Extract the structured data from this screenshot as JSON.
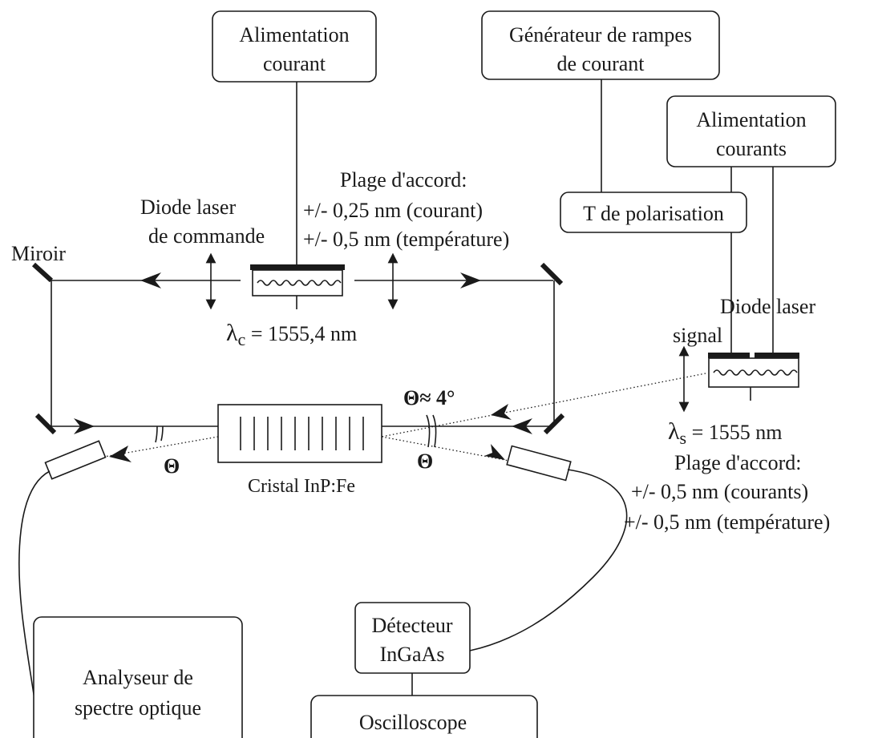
{
  "boxes": {
    "alim_courant": [
      "Alimentation",
      "courant"
    ],
    "generateur": [
      "Générateur de rampes",
      "de courant"
    ],
    "alim_courants": [
      "Alimentation",
      "courants"
    ],
    "t_polarisation": "T de polarisation",
    "detecteur": [
      "Détecteur",
      "InGaAs"
    ],
    "analyseur": [
      "Analyseur de",
      "spectre optique"
    ],
    "oscilloscope": "Oscilloscope"
  },
  "labels": {
    "miroir": "Miroir",
    "diode_commande": [
      "Diode laser",
      "de commande"
    ],
    "plage_commande": [
      "Plage d'accord:",
      "+/- 0,25 nm (courant)",
      "+/- 0,5 nm (température)"
    ],
    "lambda_c_symbol": "λ",
    "lambda_c_sub": "c",
    "lambda_c_value": " = 1555,4 nm",
    "diode_signal": [
      "Diode laser",
      "signal"
    ],
    "lambda_s_symbol": "λ",
    "lambda_s_sub": "s",
    "lambda_s_value": " = 1555 nm",
    "plage_signal": [
      "Plage d'accord:",
      "+/- 0,5 nm (courants)",
      "+/- 0,5 nm (température)"
    ],
    "theta_approx": "Θ≈ 4°",
    "theta_left": "Θ",
    "theta_right": "Θ",
    "cristal": "Cristal InP:Fe"
  }
}
